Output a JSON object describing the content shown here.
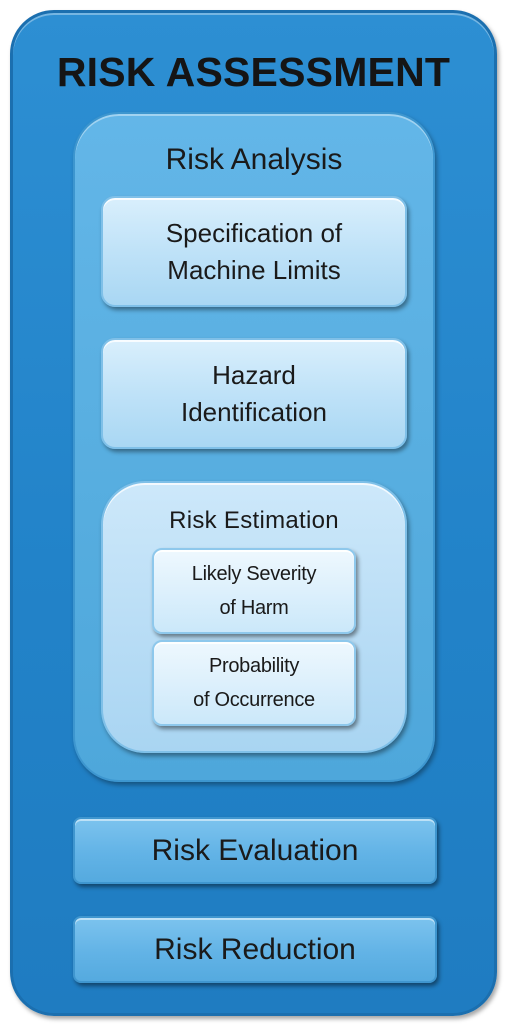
{
  "diagram": {
    "title": "RISK ASSESSMENT",
    "risk_analysis": {
      "label": "Risk Analysis",
      "specification": {
        "line1": "Specification of",
        "line2": "Machine Limits"
      },
      "hazard": {
        "line1": "Hazard",
        "line2": "Identification"
      },
      "risk_estimation": {
        "label": "Risk Estimation",
        "severity": {
          "line1": "Likely Severity",
          "line2": "of Harm"
        },
        "probability": {
          "line1": "Probability",
          "line2": "of Occurrence"
        }
      }
    },
    "risk_evaluation": "Risk Evaluation",
    "risk_reduction": "Risk Reduction"
  },
  "colors": {
    "outer_fill": "#2283c9",
    "analysis_fill": "#56addf",
    "light_box_fill": "#bfe2f8",
    "text": "#1a1a1a"
  }
}
